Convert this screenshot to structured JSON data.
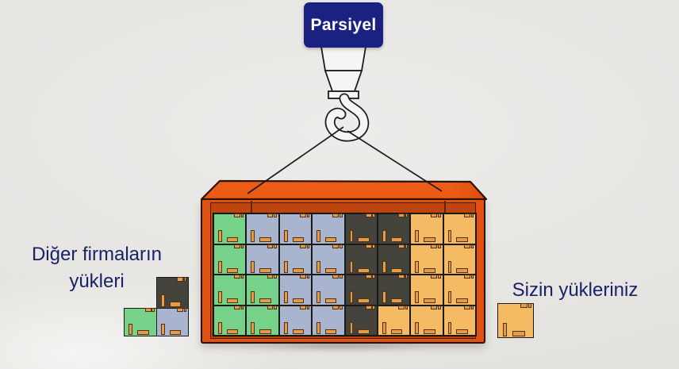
{
  "sign": {
    "label": "Parsiyel"
  },
  "left_caption": {
    "line1": "Diğer firmaların",
    "line2": "yükleri"
  },
  "right_caption": {
    "text": "Sizin yükleriniz"
  },
  "icons": {
    "hook": "crane-hook-icon",
    "cables": "lifting-cables",
    "boxes": "cargo-box"
  },
  "colors": {
    "green": "#76d189",
    "blue": "#a9b5cf",
    "dark": "#45443c",
    "orange": "#f4ba64",
    "tab": "#e39b4c",
    "sign_bg": "#1b2180",
    "caption_text": "#1b2168",
    "container_top": "#ec5c17",
    "container_top_shade": "#dd4e0e",
    "container_front": "#e1510f",
    "container_inner": "#bf4510",
    "container_bottom_strip": "#a63c0c",
    "outline": "#1b1b1b",
    "hook_fill": "#f5f5f3",
    "background": "#e8e7e4"
  },
  "container": {
    "grid": {
      "rows": 4,
      "cols": 8,
      "cells": [
        [
          "green",
          "blue",
          "blue",
          "blue",
          "dark",
          "dark",
          "orange",
          "orange"
        ],
        [
          "green",
          "blue",
          "blue",
          "blue",
          "dark",
          "dark",
          "orange",
          "orange"
        ],
        [
          "green",
          "green",
          "blue",
          "blue",
          "dark",
          "dark",
          "orange",
          "orange"
        ],
        [
          "green",
          "green",
          "blue",
          "blue",
          "dark",
          "orange",
          "orange",
          "orange"
        ]
      ]
    }
  },
  "left_group_boxes": [
    "dark",
    "green",
    "blue"
  ],
  "right_group_boxes": [
    "orange"
  ]
}
